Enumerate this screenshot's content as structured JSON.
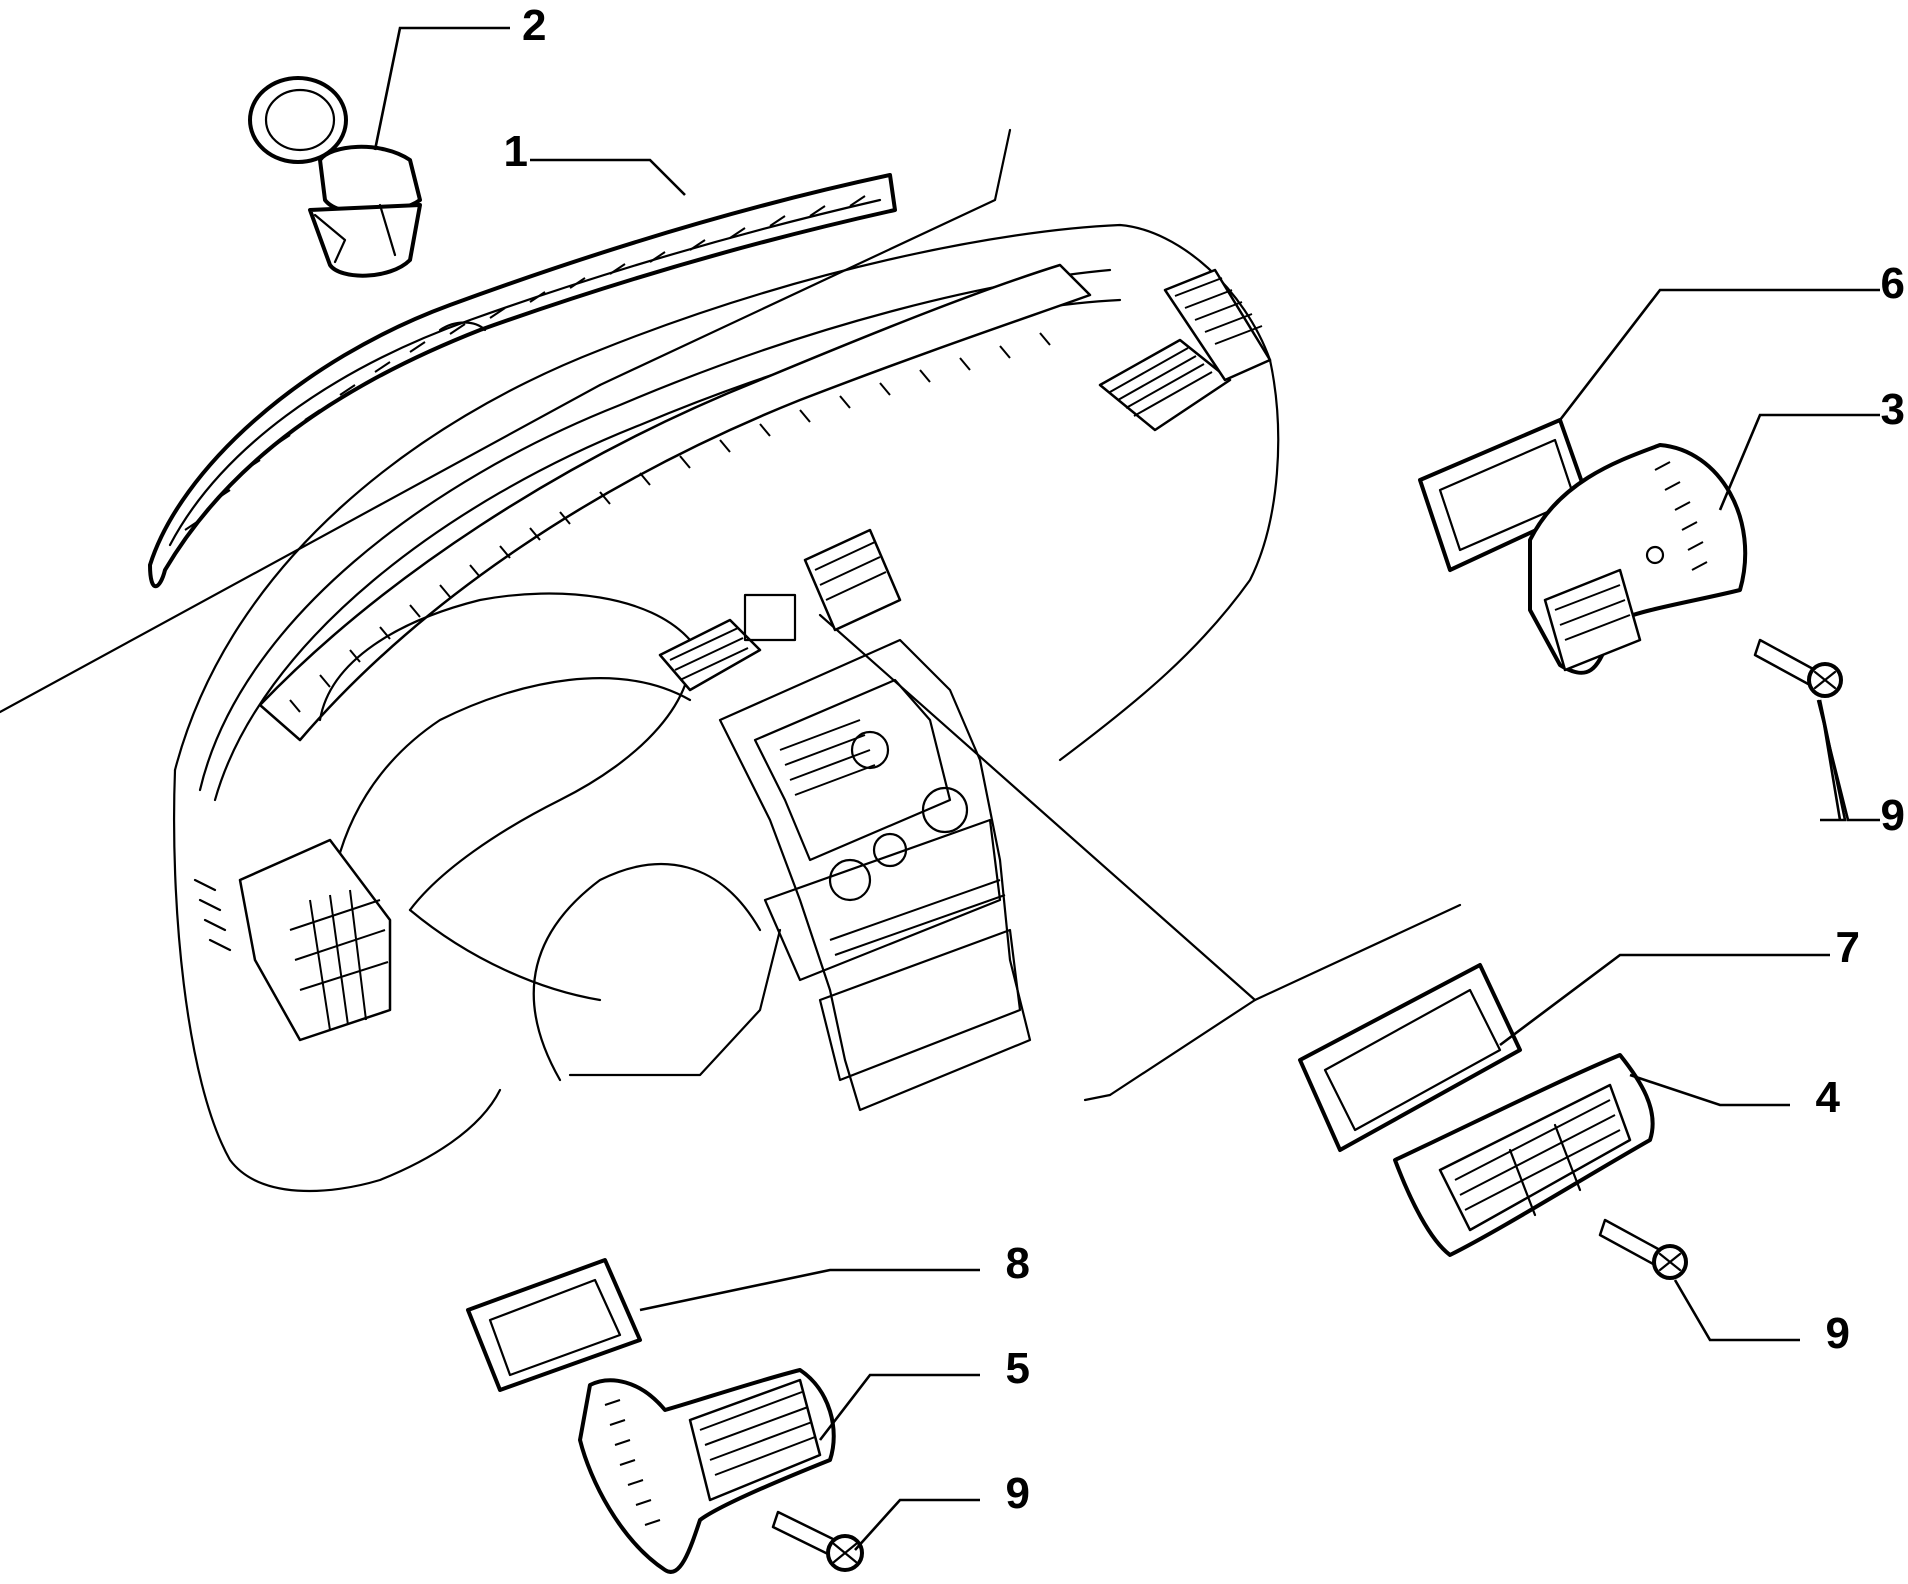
{
  "callouts": {
    "c1": "1",
    "c2": "2",
    "c3": "3",
    "c4": "4",
    "c5": "5",
    "c6": "6",
    "c7": "7",
    "c8": "8",
    "c9a": "9",
    "c9b": "9",
    "c9c": "9"
  },
  "colors": {
    "line": "#000000",
    "background": "#ffffff"
  }
}
